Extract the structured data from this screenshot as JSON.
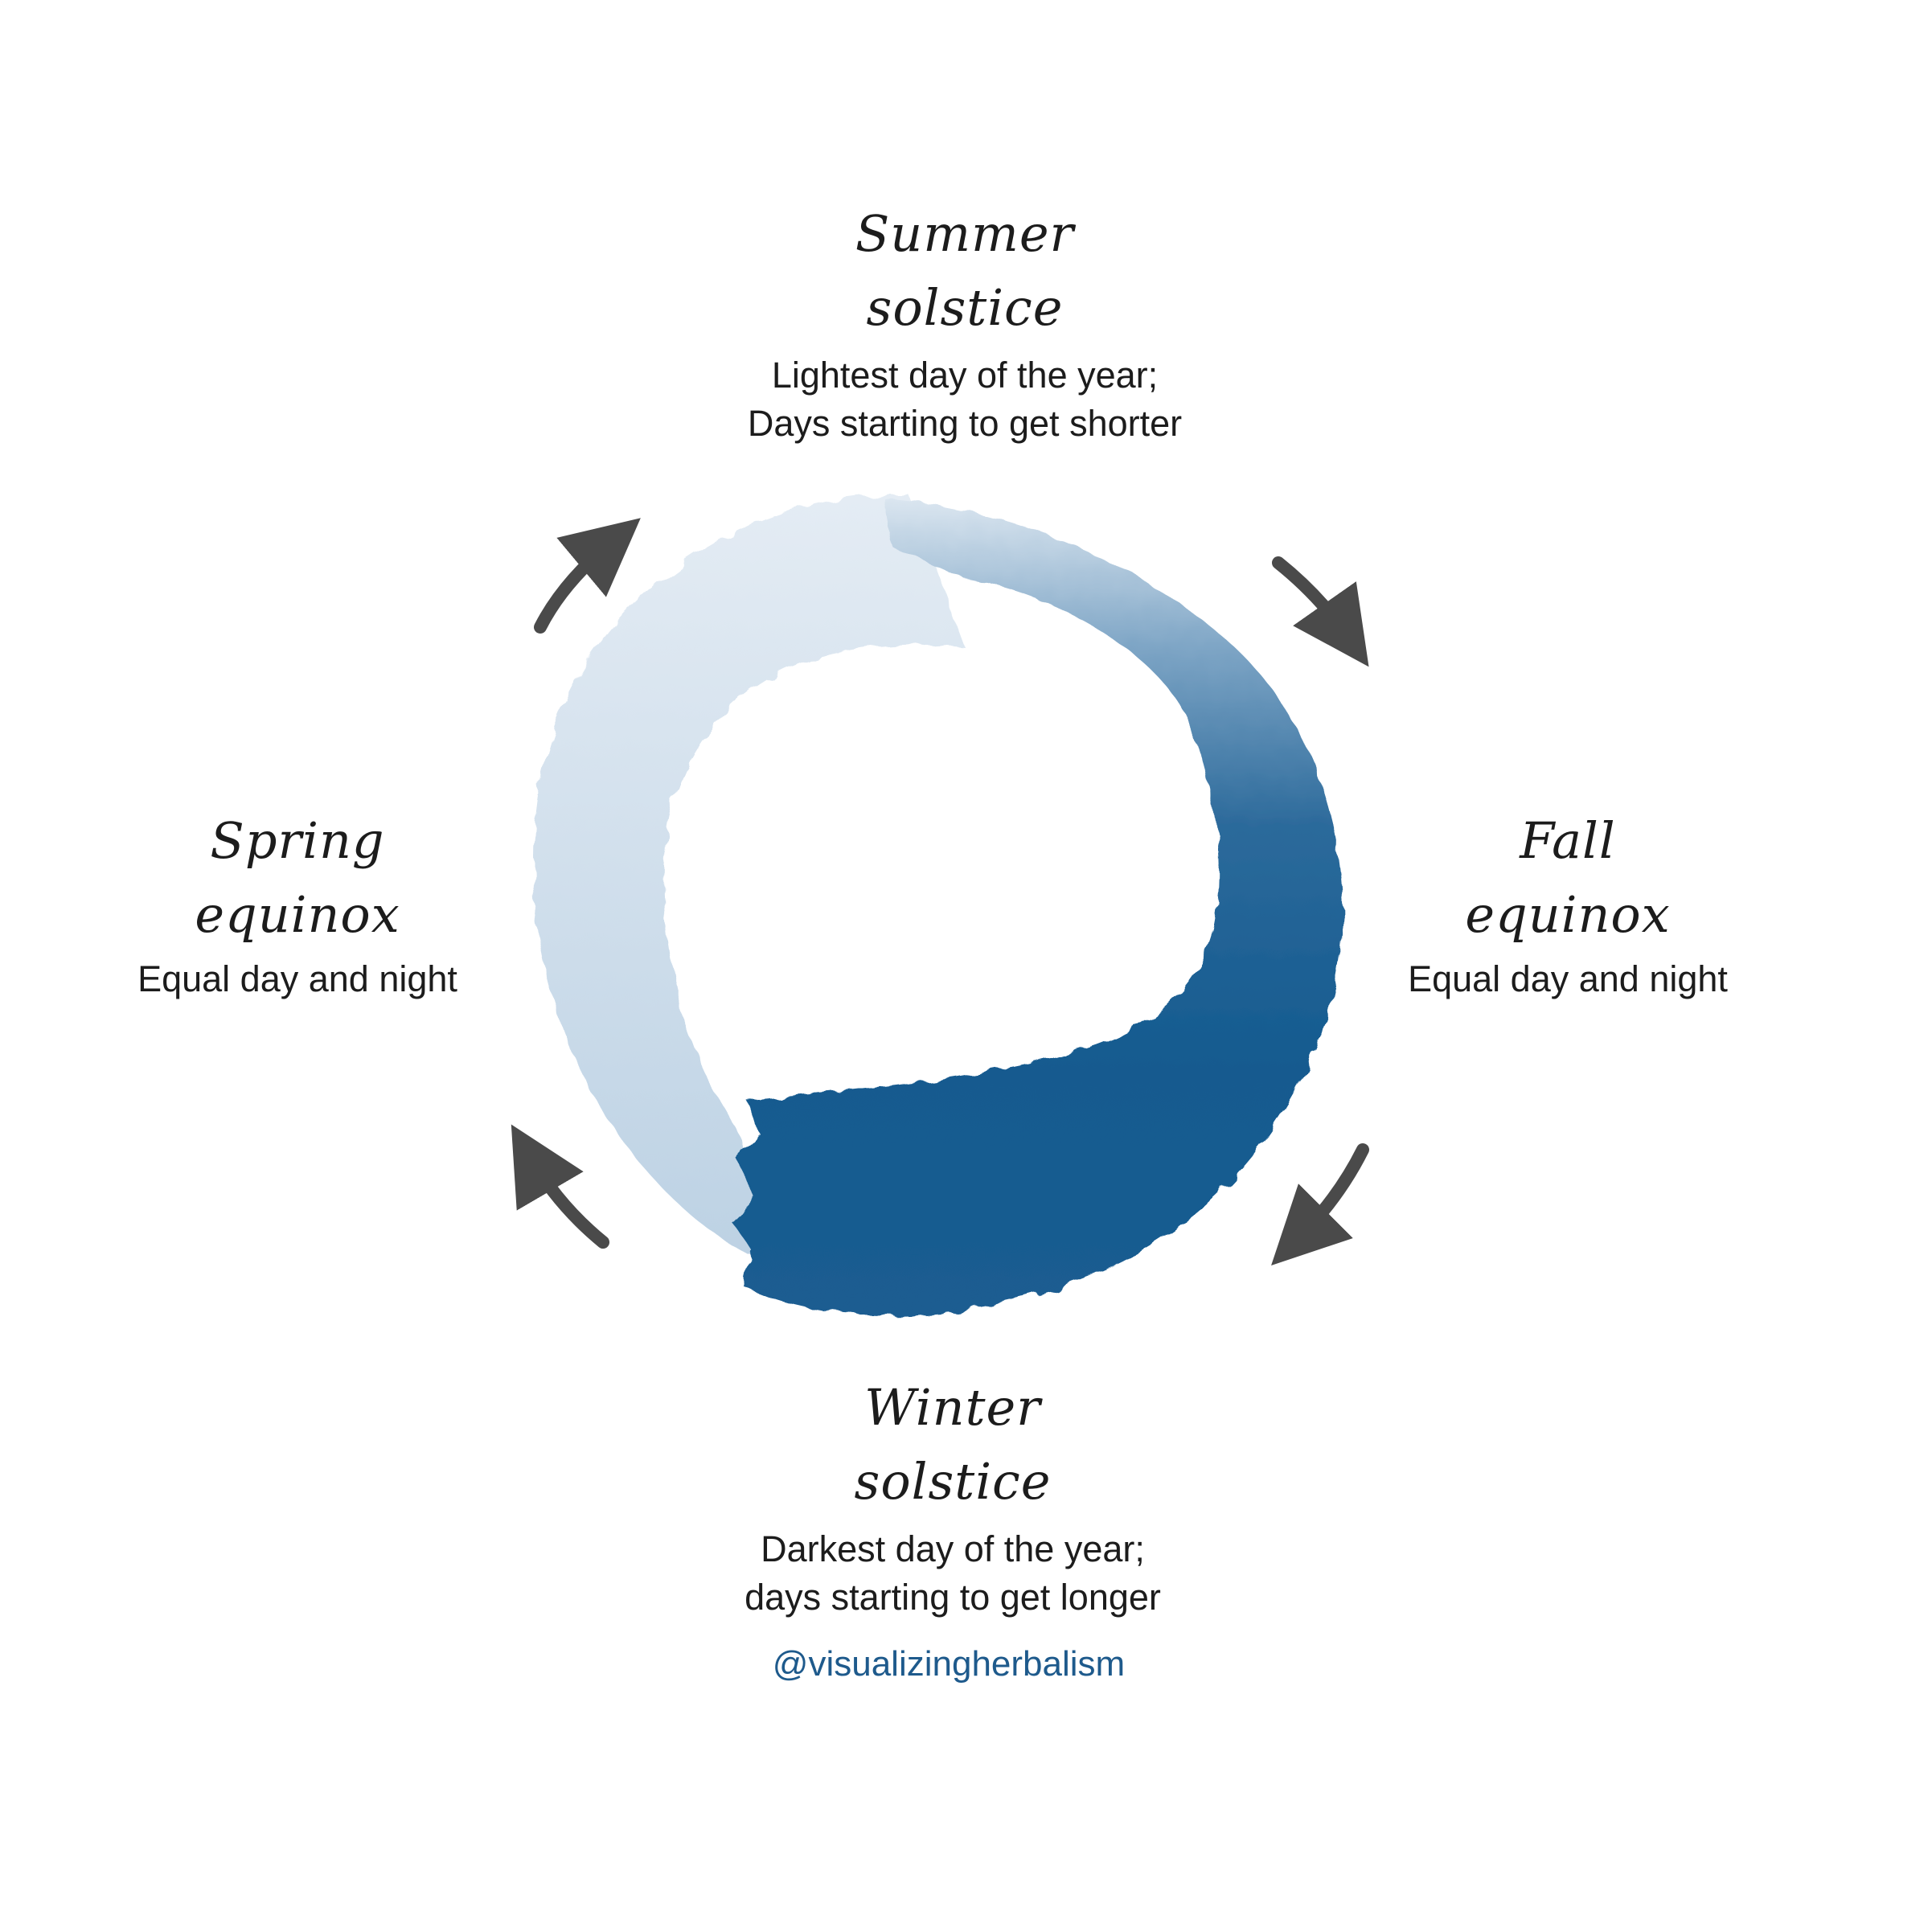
{
  "colors": {
    "light_stroke": "#dbe7f1",
    "dark_stroke": "#165a8e",
    "arrow": "#4a4a4a",
    "handle_text": "#1e5a8c"
  },
  "stages": {
    "summer": {
      "title_line1": "Summer",
      "title_line2": "solstice",
      "desc_line1": "Lightest day of the year;",
      "desc_line2": "Days starting to get shorter"
    },
    "fall": {
      "title_line1": "Fall",
      "title_line2": "equinox",
      "desc_line1": "Equal day and night"
    },
    "winter": {
      "title_line1": "Winter",
      "title_line2": "solstice",
      "desc_line1": "Darkest day of the year;",
      "desc_line2": "days starting to get longer"
    },
    "spring": {
      "title_line1": "Spring",
      "title_line2": "equinox",
      "desc_line1": "Equal day and night"
    }
  },
  "arrows": [
    {
      "from": "spring",
      "to": "summer",
      "icon": "arrow-up-right-icon"
    },
    {
      "from": "summer",
      "to": "fall",
      "icon": "arrow-down-right-icon"
    },
    {
      "from": "fall",
      "to": "winter",
      "icon": "arrow-down-left-icon"
    },
    {
      "from": "winter",
      "to": "spring",
      "icon": "arrow-up-left-icon"
    }
  ],
  "credit": "@visualizingherbalism"
}
